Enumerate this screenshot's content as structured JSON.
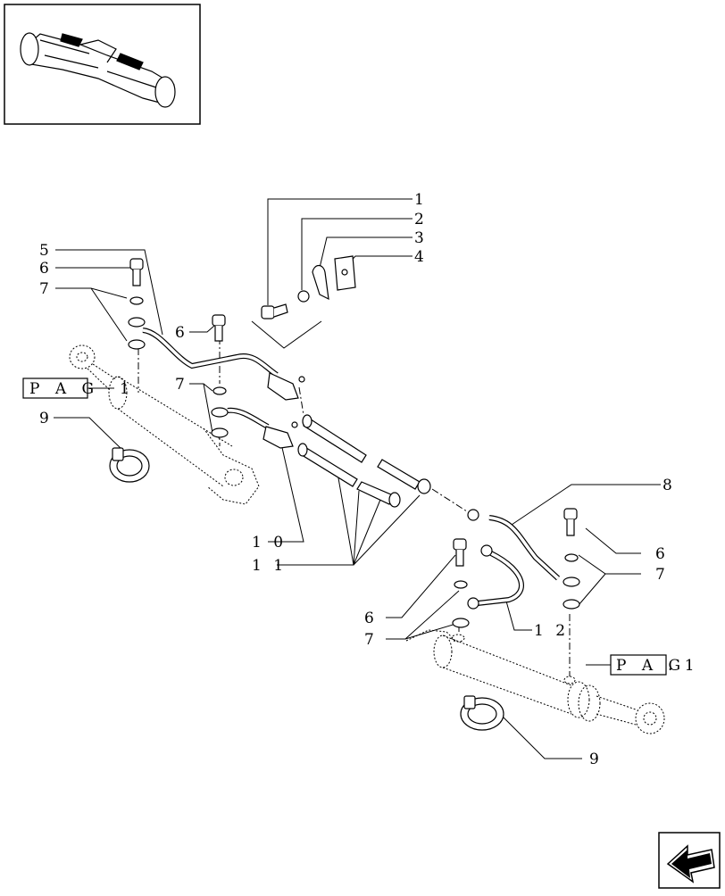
{
  "labels": {
    "l1": "1",
    "l2": "2",
    "l3": "3",
    "l4": "4",
    "l5": "5",
    "l6a": "6",
    "l6b": "6",
    "l6c": "6",
    "l6d": "6",
    "l7a": "7",
    "l7b": "7",
    "l7c": "7",
    "l7d": "7",
    "l8": "8",
    "l9a": "9",
    "l9b": "9",
    "l10": "1 0",
    "l11": "1 1",
    "l12": "1 2"
  },
  "refs": {
    "left_box": "P A G",
    "left_num": "1",
    "right_box": "P A G",
    "right_num": ". 1"
  },
  "icons": {
    "thumbnail": "front-axle-thumbnail",
    "nav": "previous-page-arrow-icon"
  }
}
